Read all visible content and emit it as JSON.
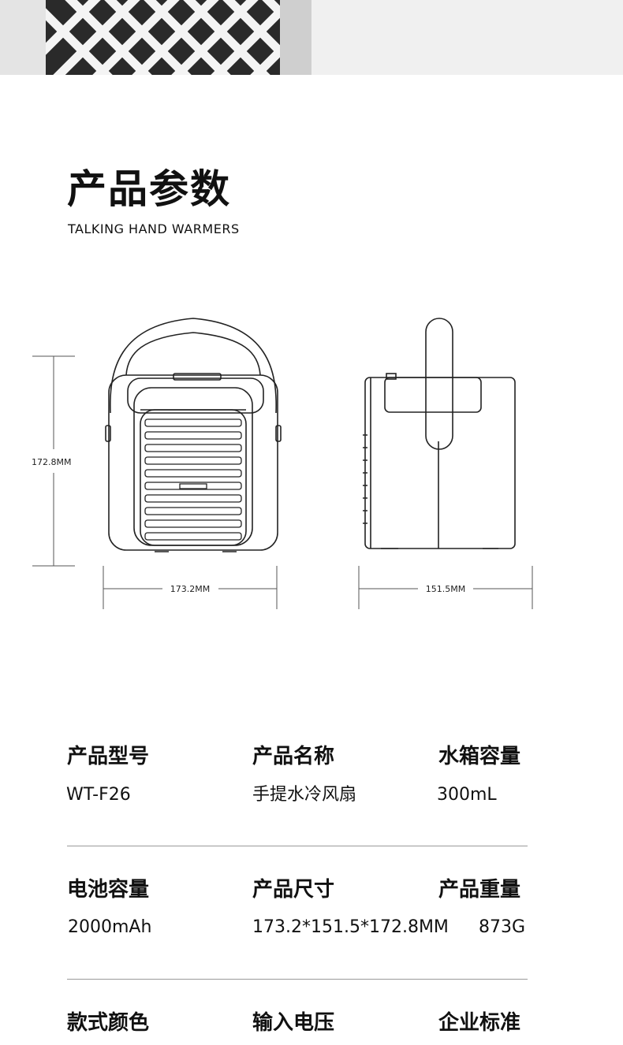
{
  "header": {
    "title": "产品参数",
    "subtitle": "TALKING HAND WARMERS"
  },
  "dimensions": {
    "height": "172.8MM",
    "width": "173.2MM",
    "depth": "151.5MM"
  },
  "specs": [
    {
      "label": "产品型号",
      "value": "WT-F26"
    },
    {
      "label": "产品名称",
      "value": "手提水冷风扇"
    },
    {
      "label": "水箱容量",
      "value": "300mL"
    },
    {
      "label": "电池容量",
      "value": "2000mAh"
    },
    {
      "label": "产品尺寸",
      "value": "173.2*151.5*172.8MM"
    },
    {
      "label": "产品重量",
      "value": "873G"
    },
    {
      "label": "款式颜色",
      "value": ""
    },
    {
      "label": "输入电压",
      "value": ""
    },
    {
      "label": "企业标准",
      "value": ""
    }
  ]
}
